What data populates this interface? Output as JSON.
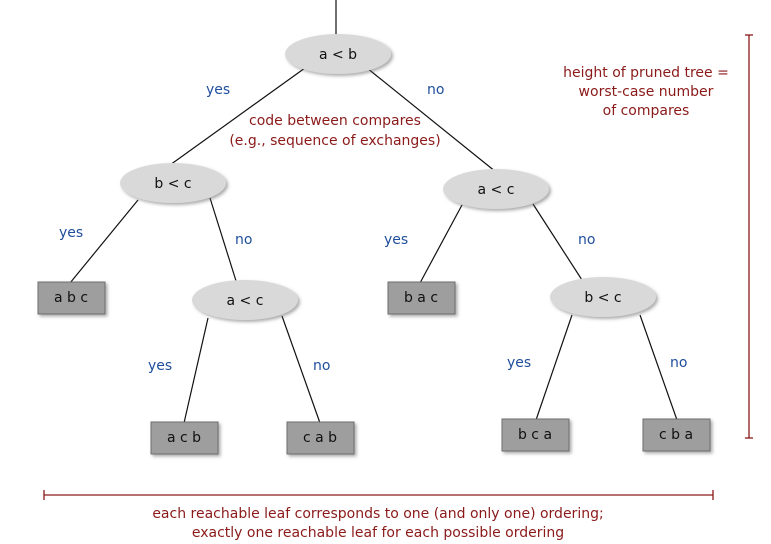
{
  "colors": {
    "yes_no": "#1f4e9c",
    "note": "#8b1a1a",
    "edge": "#111111",
    "ellipse_fill": "#d9d9d9",
    "leaf_fill": "#9e9e9e",
    "leaf_shadow": "#555555"
  },
  "tree": {
    "root": "a < b",
    "left_internal": "b < c",
    "right_internal": "a < c",
    "left_nested": "a < c",
    "right_nested": "b < c"
  },
  "leaves": {
    "abc": "a b c",
    "acb": "a c b",
    "cab": "c a b",
    "bac": "b a c",
    "bca": "b c a",
    "cba": "c b a"
  },
  "branch_labels": {
    "yes": "yes",
    "no": "no"
  },
  "notes": {
    "code_line1": "code between compares",
    "code_line2": "(e.g., sequence of exchanges)",
    "height_line1": "height of pruned tree =",
    "height_line2": "worst-case number",
    "height_line3": "of compares",
    "leaf_line1": "each reachable leaf corresponds to one (and only one) ordering;",
    "leaf_line2": "exactly one reachable leaf for each possible ordering"
  }
}
